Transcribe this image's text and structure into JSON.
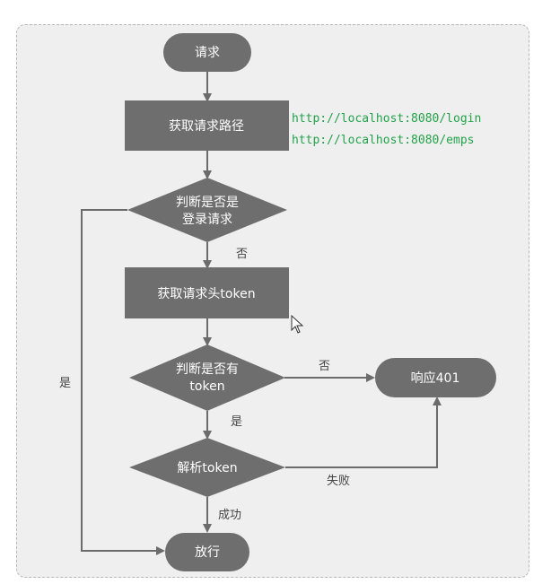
{
  "nodes": {
    "request": "请求",
    "get_path": "获取请求路径",
    "is_login_1": "判断是否是",
    "is_login_2": "登录请求",
    "get_token": "获取请求头token",
    "has_token_1": "判断是否有",
    "has_token_2": "token",
    "parse_token": "解析token",
    "respond_401": "响应401",
    "allow": "放行"
  },
  "urls": [
    "http://localhost:8080/login",
    "http://localhost:8080/emps"
  ],
  "edges": {
    "no_after_login_check": "否",
    "no_to_401": "否",
    "yes_after_token_check": "是",
    "yes_left": "是",
    "fail": "失败",
    "success": "成功"
  },
  "colors": {
    "node_fill": "#6e6e6e",
    "line": "#6b6b6b",
    "url": "#22a34a",
    "background": "#efefef"
  }
}
